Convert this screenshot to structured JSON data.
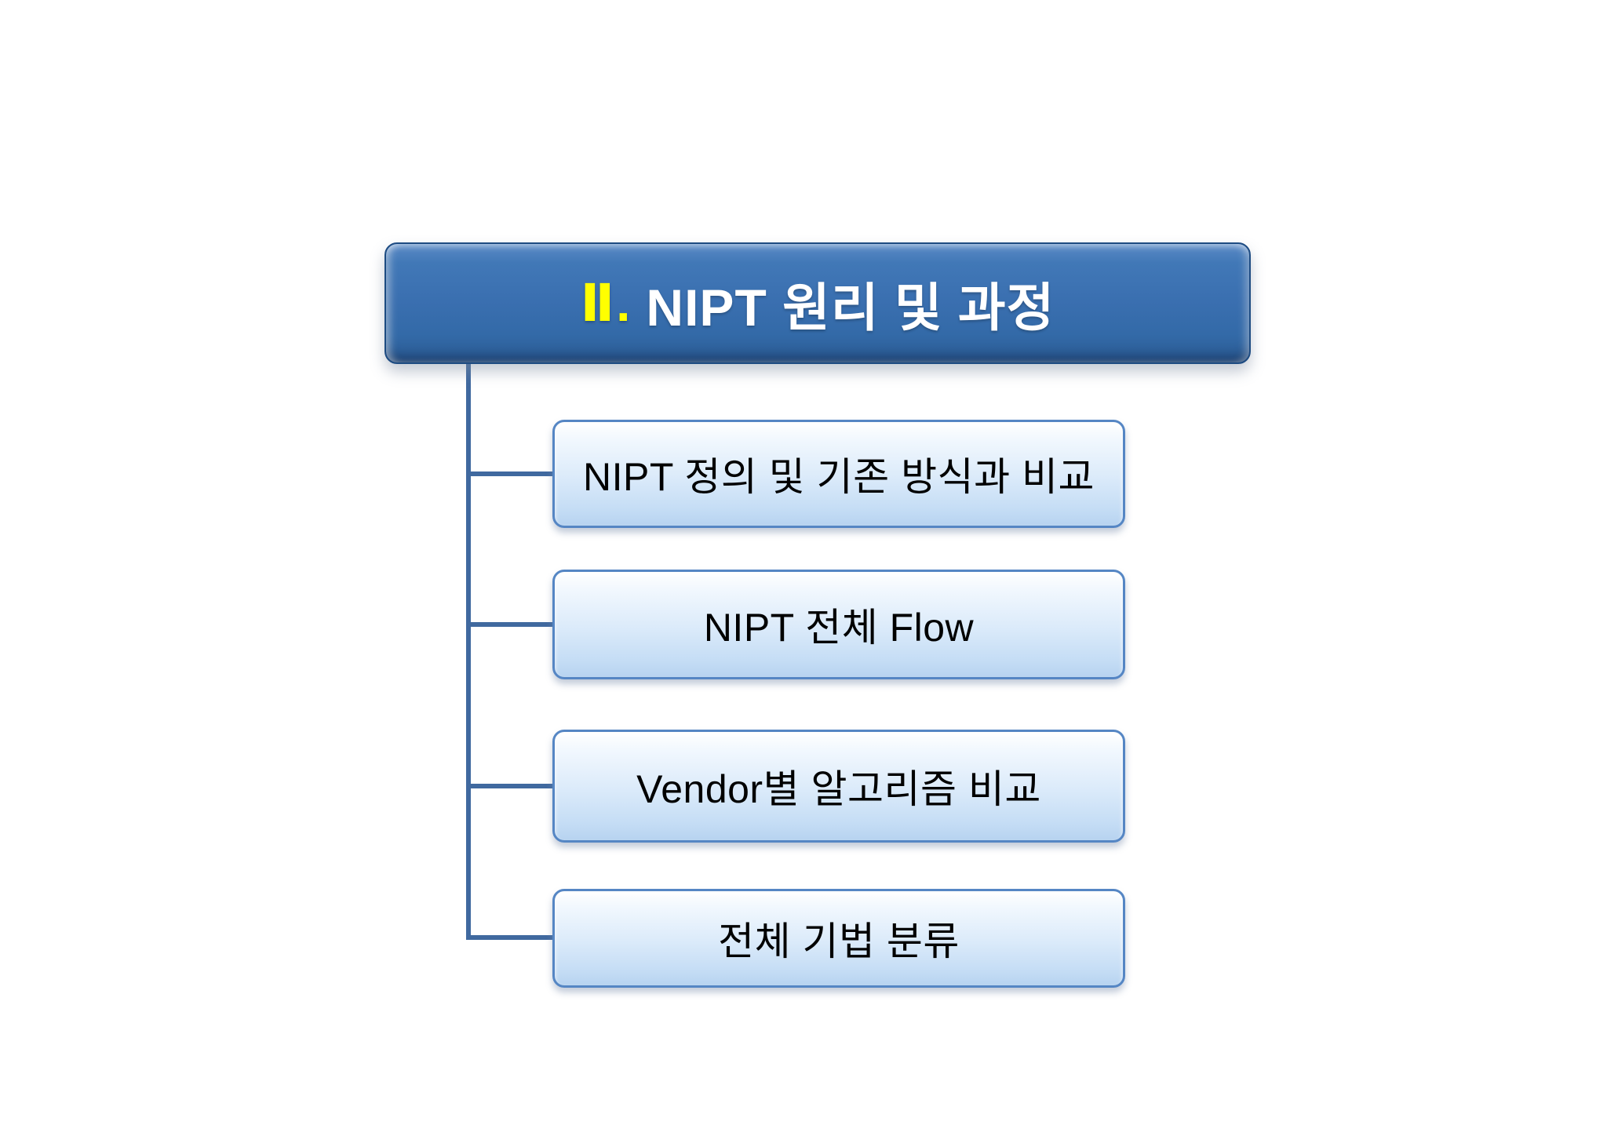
{
  "slide": {
    "header": {
      "number": "Ⅱ.",
      "title": "NIPT 원리 및 과정"
    },
    "items": [
      {
        "label": "NIPT 정의 및 기존 방식과 비교"
      },
      {
        "label": "NIPT 전체 Flow"
      },
      {
        "label": "Vendor별 알고리즘 비교"
      },
      {
        "label": "전체 기법 분류"
      }
    ],
    "colors": {
      "background": "#ffffff",
      "header-blue": "#3a6fb0",
      "header-blue-top": "#5a8ac6",
      "header-blue-bottom": "#2b5c95",
      "header-border": "#1d4b82",
      "header-number-yellow": "#ffff00",
      "header-text": "#ffffff",
      "item-fill-top": "#ffffff",
      "item-fill-mid": "#dcebfa",
      "item-fill-bottom": "#b7d3f0",
      "item-border": "#5586c4",
      "item-text": "#000000",
      "connector": "#40699f"
    }
  }
}
